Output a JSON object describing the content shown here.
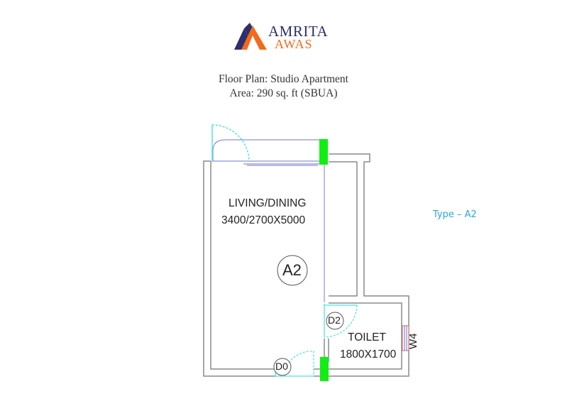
{
  "brand": {
    "name_line1": "AMRITA",
    "name_line2": "AWAS",
    "colors": {
      "navy": "#2b2f6b",
      "orange": "#f26a1b"
    }
  },
  "header": {
    "title": "Floor Plan: Studio Apartment",
    "area": "Area: 290 sq. ft (SBUA)"
  },
  "type_label": "Type – A2",
  "plan": {
    "unit_tag": "A2",
    "rooms": [
      {
        "name": "LIVING/DINING",
        "dimensions": "3400/2700X5000"
      },
      {
        "name": "TOILET",
        "dimensions": "1800X1700"
      }
    ],
    "doors": [
      "D0",
      "D2"
    ],
    "windows": [
      "W4"
    ],
    "colors": {
      "wall": "#8a8a8a",
      "door": "#4fe3e3",
      "glazing": "#8f8fe0",
      "column": "#11ee11",
      "window_frame": "#e06060",
      "type_label": "#29a8e0"
    }
  }
}
